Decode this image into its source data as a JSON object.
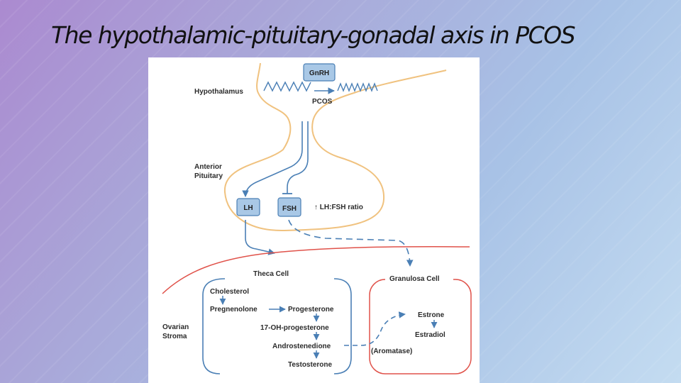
{
  "slide": {
    "title": "The hypothalamic-pituitary-gonadal axis in PCOS"
  },
  "diagram": {
    "gnrh": "GnRH",
    "hypothalamus": "Hypothalamus",
    "pcos": "PCOS",
    "anterior": "Anterior",
    "pituitary": "Pituitary",
    "lh": "LH",
    "fsh": "FSH",
    "ratio": "↑ LH:FSH ratio",
    "theca_cell": "Theca Cell",
    "granulosa_cell": "Granulosa Cell",
    "ovarian": "Ovarian",
    "stroma": "Stroma",
    "cholesterol": "Cholesterol",
    "pregnenolone": "Pregnenolone",
    "progesterone": "Progesterone",
    "ohprogesterone": "17-OH-progesterone",
    "androstenedione": "Androstenedione",
    "testosterone": "Testosterone",
    "estrone": "Estrone",
    "estradiol": "Estradiol",
    "aromatase": "(Aromatase)"
  },
  "colors": {
    "arrow_blue": "#4a7fb5",
    "box_fill": "#a9c8e6",
    "pituitary_outline": "#f0c27f",
    "membrane_red": "#e0524a"
  }
}
